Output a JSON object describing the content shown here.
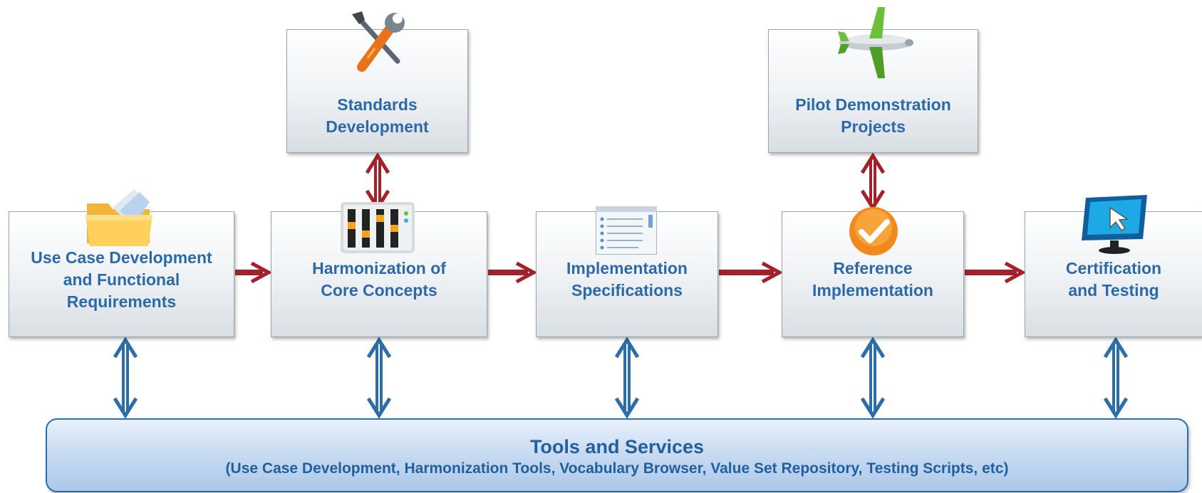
{
  "stages": [
    {
      "id": "use-case",
      "label": "Use Case Development\nand Functional\nRequirements",
      "icon": "folder-icon"
    },
    {
      "id": "harmonization",
      "label": "Harmonization of\nCore Concepts",
      "icon": "equalizer-icon"
    },
    {
      "id": "implementation",
      "label": "Implementation\nSpecifications",
      "icon": "document-icon"
    },
    {
      "id": "reference",
      "label": "Reference\nImplementation",
      "icon": "checkmark-icon"
    },
    {
      "id": "certification",
      "label": "Certification\nand Testing",
      "icon": "monitor-icon"
    }
  ],
  "side_boxes": [
    {
      "id": "standards",
      "label": "Standards\nDevelopment",
      "icon": "tools-icon"
    },
    {
      "id": "pilot",
      "label": "Pilot Demonstration\nProjects",
      "icon": "airplane-icon"
    }
  ],
  "tools_and_services": {
    "title": "Tools and Services",
    "subtitle": "(Use Case Development, Harmonization Tools, Vocabulary Browser, Value Set Repository, Testing Scripts, etc)"
  },
  "colors": {
    "label_text": "#2b6aa6",
    "flow_arrow": "#a3212a",
    "tools_arrow": "#2d6ea8"
  }
}
